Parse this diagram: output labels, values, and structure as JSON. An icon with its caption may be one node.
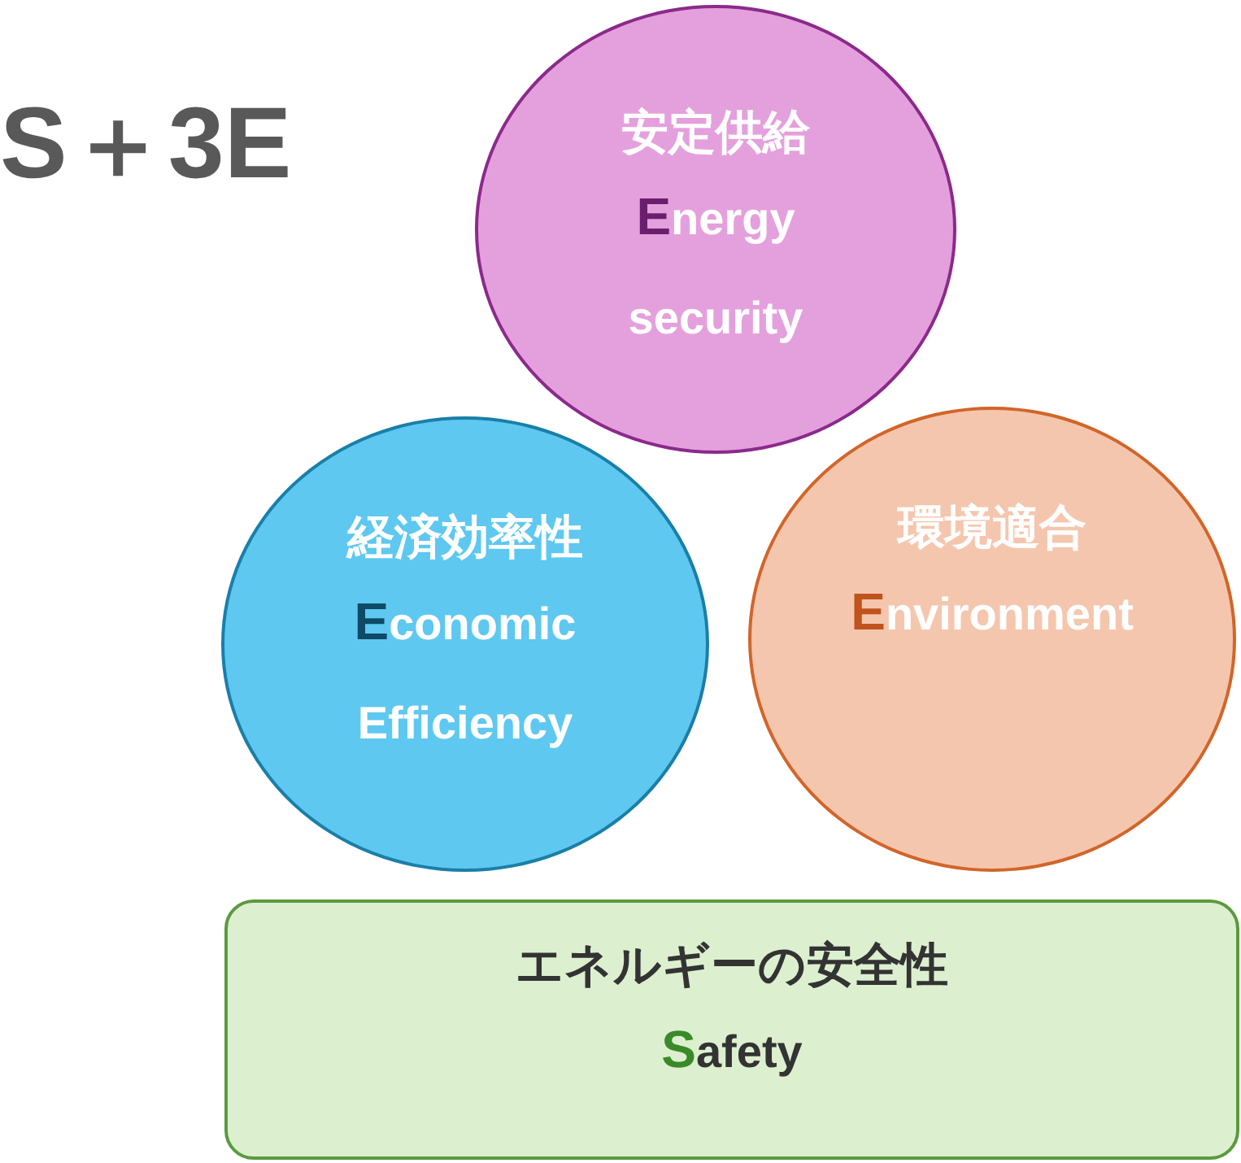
{
  "diagram": {
    "title": "S＋3E",
    "nodes": [
      {
        "text": [
          "安定供給",
          "Energy security"
        ]
      },
      {
        "text": [
          "経済効率性",
          "Economic Efficiency"
        ]
      },
      {
        "text": [
          "環境適合",
          "Environment"
        ]
      },
      {
        "text": [
          "エネルギーの安全性",
          "Safety"
        ]
      }
    ]
  }
}
